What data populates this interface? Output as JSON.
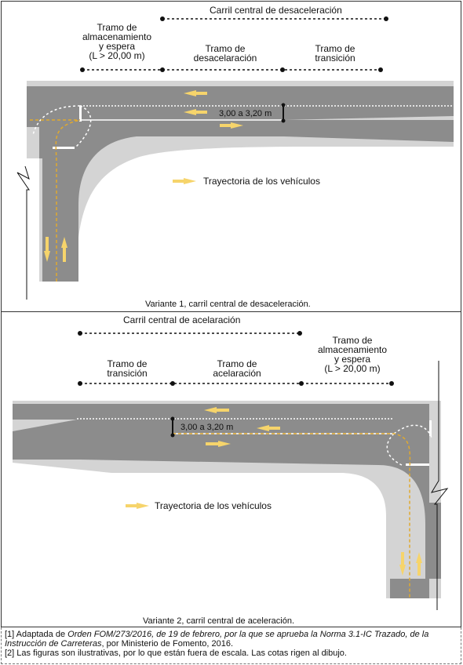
{
  "variant1": {
    "header": "Carril central de desaceleración",
    "segments": [
      {
        "line1": "Tramo de",
        "line2": "almacenamiento",
        "line3": "y espera",
        "line4": "(L > 20,00 m)"
      },
      {
        "line1": "Tramo de",
        "line2": "desacelaración"
      },
      {
        "line1": "Tramo de",
        "line2": "transición"
      }
    ],
    "dimension": "3,00 a 3,20 m",
    "legend": "Trayectoria de los vehículos",
    "caption": "Variante 1, carril central de desaceleración."
  },
  "variant2": {
    "header": "Carril central de acelaración",
    "segments": [
      {
        "line1": "Tramo de",
        "line2": "transición"
      },
      {
        "line1": "Tramo de",
        "line2": "acelaración"
      },
      {
        "line1": "Tramo de",
        "line2": "almacenamiento",
        "line3": "y espera",
        "line4": "(L > 20,00 m)"
      }
    ],
    "dimension": "3,00 a 3,20 m",
    "legend": "Trayectoria de los vehículos",
    "caption": "Variante 2, carril central de aceleración."
  },
  "notes": {
    "note1_prefix": "[1] Adaptada de ",
    "note1_italic": "Orden FOM/273/2016, de 19 de febrero, por la que se aprueba la Norma 3.1-IC Trazado, de la Instrucción de Carreteras",
    "note1_suffix": ", por Ministerio de Fomento, 2016.",
    "note2": "[2] Las figuras son ilustrativas, por lo que están fuera de escala. Las cotas rigen al dibujo."
  },
  "colors": {
    "road": "#8c8c8c",
    "shoulder": "#d4d4d4",
    "arrow": "#f6d46b",
    "centerline": "#e0a92e",
    "marking": "#ffffff"
  }
}
